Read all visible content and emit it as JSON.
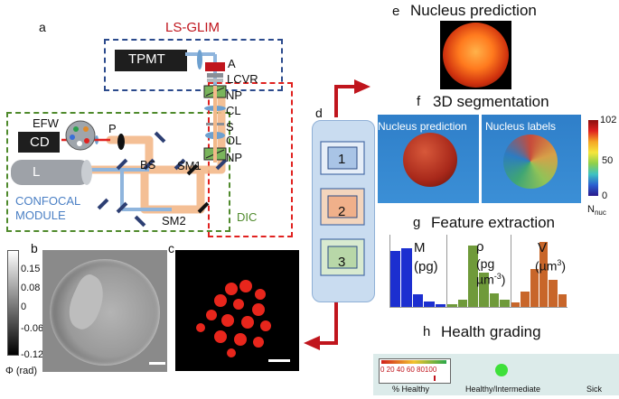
{
  "panels": {
    "a": {
      "letter": "a",
      "ls_glim_title": "LS-GLIM",
      "tpmt": "TPMT",
      "A": "A",
      "lcvr": "LCVR",
      "np_top": "NP",
      "cl": "CL",
      "s": "S",
      "ol": "OL",
      "np_bottom": "NP",
      "efw": "EFW",
      "cd": "CD",
      "p": "P",
      "l": "L",
      "bs": "BS",
      "sm1": "SM1",
      "sm2": "SM2",
      "confocal": "CONFOCAL",
      "module": "MODULE",
      "dic": "DIC"
    },
    "b": {
      "letter": "b",
      "colorbar_ticks": [
        "0.15",
        "0.08",
        "0",
        "-0.06",
        "-0.12"
      ],
      "colorbar_label": "Φ (rad)"
    },
    "c": {
      "letter": "c"
    },
    "d": {
      "letter": "d",
      "chip_labels": [
        "1",
        "2",
        "3"
      ]
    },
    "e": {
      "letter": "e",
      "title": "Nucleus prediction"
    },
    "f": {
      "letter": "f",
      "title": "3D segmentation",
      "left_label": "Nucleus prediction",
      "right_label": "Nucleus labels",
      "colorbar_ticks": [
        "102",
        "50",
        "0"
      ],
      "colorbar_label": "N",
      "colorbar_sub": "nuc"
    },
    "g": {
      "letter": "g",
      "title": "Feature extraction",
      "hist_m_label1": "M",
      "hist_m_label2": "(pg)",
      "hist_rho_label1": "ρ",
      "hist_rho_label2": "(pg",
      "hist_rho_label3": "µm",
      "hist_rho_sup": "-3",
      "hist_rho_label4": ")",
      "hist_v_label1": "V",
      "hist_v_label2": "(µm",
      "hist_v_sup": "3",
      "hist_v_label3": ")",
      "hist_m_values": [
        0.82,
        0.86,
        0.18,
        0.08,
        0.04
      ],
      "hist_rho_values": [
        0.04,
        0.1,
        0.9,
        0.5,
        0.2,
        0.1
      ],
      "hist_v_values": [
        0.06,
        0.22,
        0.55,
        0.95,
        0.4,
        0.18
      ]
    },
    "h": {
      "letter": "h",
      "title": "Health grading",
      "scale_ticks": "0 20 40 60 80100",
      "healthy_pct_label": "% Healthy",
      "state_label": "Healthy/Intermediate",
      "sick_label": "Sick",
      "healthy_value_pct": 80
    }
  },
  "colors": {
    "ls_glim_box": "#2b4a8c",
    "ls_glim_title": "#c0151d",
    "confocal_box": "#4f8a2c",
    "dic_box": "#e0211f",
    "confocal_text": "#4a7fc4",
    "dic_text": "#4f8a2c",
    "arrow": "#c0151d",
    "indicator_green": "#3ee03a"
  }
}
